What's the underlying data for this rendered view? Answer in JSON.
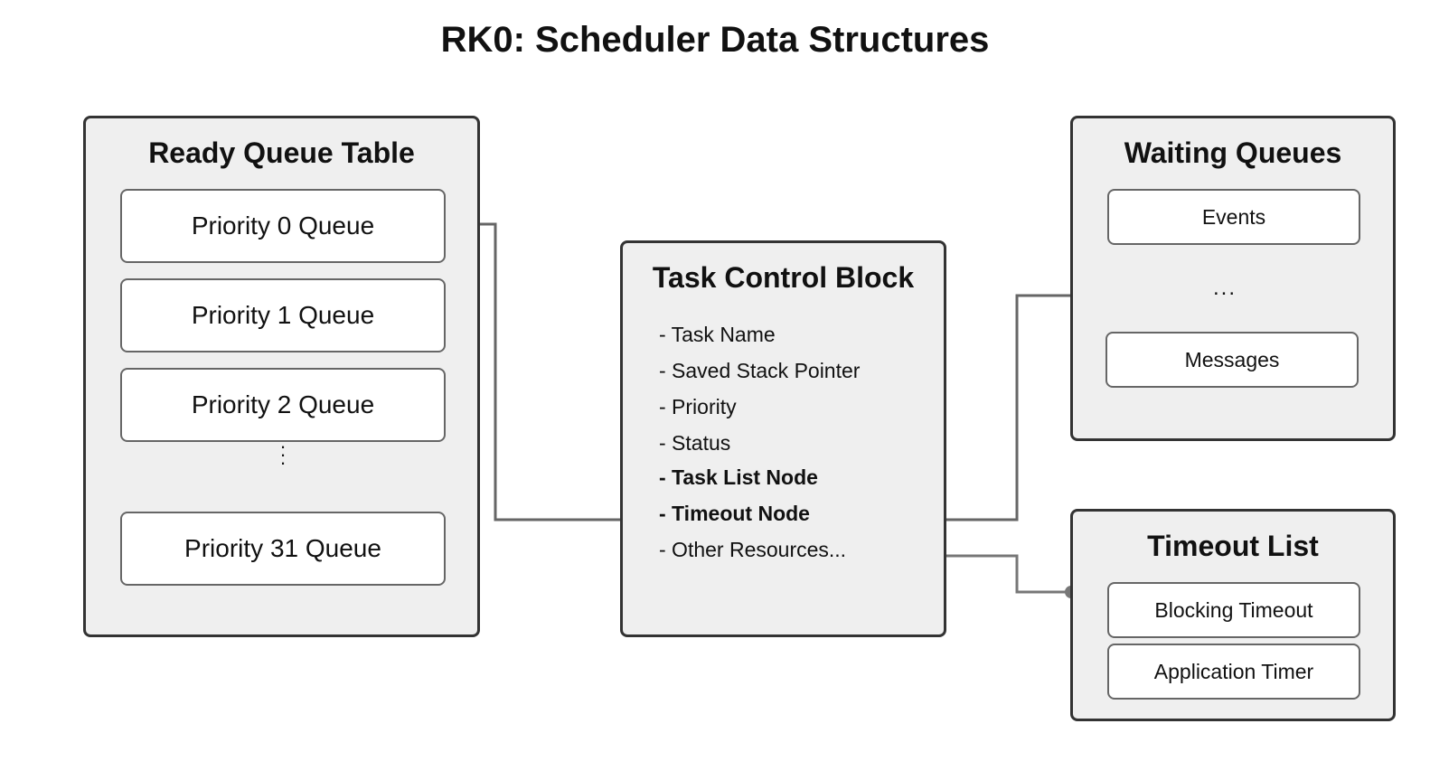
{
  "title": "RK0: Scheduler Data Structures",
  "ready_queue_table": {
    "title": "Ready Queue Table",
    "queues": [
      "Priority 0 Queue",
      "Priority 1 Queue",
      "Priority 2 Queue",
      "Priority 31 Queue"
    ],
    "ellipsis": "⋮"
  },
  "task_control_block": {
    "title": "Task Control Block",
    "fields": [
      {
        "text": "- Task Name",
        "bold": false
      },
      {
        "text": "- Saved Stack Pointer",
        "bold": false
      },
      {
        "text": "- Priority",
        "bold": false
      },
      {
        "text": "- Status",
        "bold": false
      },
      {
        "text": "- Task List Node",
        "bold": true
      },
      {
        "text": "- Timeout Node",
        "bold": true
      },
      {
        "text": "- Other Resources...",
        "bold": false
      }
    ]
  },
  "waiting_queues": {
    "title": "Waiting Queues",
    "items": [
      "Events",
      "Messages"
    ],
    "ellipsis": "..."
  },
  "timeout_list": {
    "title": "Timeout List",
    "items": [
      "Blocking Timeout",
      "Application Timer"
    ]
  },
  "colors": {
    "panel_fill": "#efefef",
    "panel_border": "#333333",
    "box_border": "#666666",
    "wire": "#666666",
    "wire_dot": "#555555"
  }
}
